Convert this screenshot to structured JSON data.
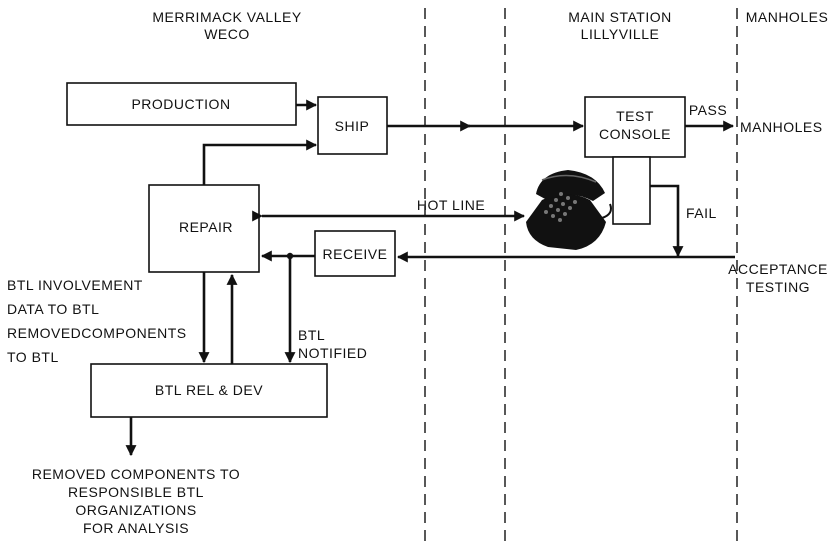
{
  "columns": {
    "col1_line1": "MERRIMACK VALLEY",
    "col1_line2": "WECO",
    "col2_line1": "MAIN STATION",
    "col2_line2": "LILLYVILLE",
    "col3": "MANHOLES"
  },
  "boxes": {
    "production": "PRODUCTION",
    "ship": "SHIP",
    "test_console_line1": "TEST",
    "test_console_line2": "CONSOLE",
    "repair": "REPAIR",
    "receive": "RECEIVE",
    "btl_rel_dev": "BTL REL & DEV"
  },
  "labels": {
    "pass": "PASS",
    "manholes_dest": "MANHOLES",
    "fail": "FAIL",
    "hot_line": "HOT LINE",
    "acceptance_line1": "ACCEPTANCE",
    "acceptance_line2": "TESTING",
    "btl_notified_line1": "BTL",
    "btl_notified_line2": "NOTIFIED",
    "involvement_line1": "BTL INVOLVEMENT",
    "involvement_line2": "DATA TO BTL",
    "involvement_line3": "REMOVEDCOMPONENTS",
    "involvement_line4": "TO BTL",
    "removed_line1": "REMOVED COMPONENTS TO",
    "removed_line2": "RESPONSIBLE BTL",
    "removed_line3": "ORGANIZATIONS",
    "removed_line4": "FOR ANALYSIS"
  }
}
